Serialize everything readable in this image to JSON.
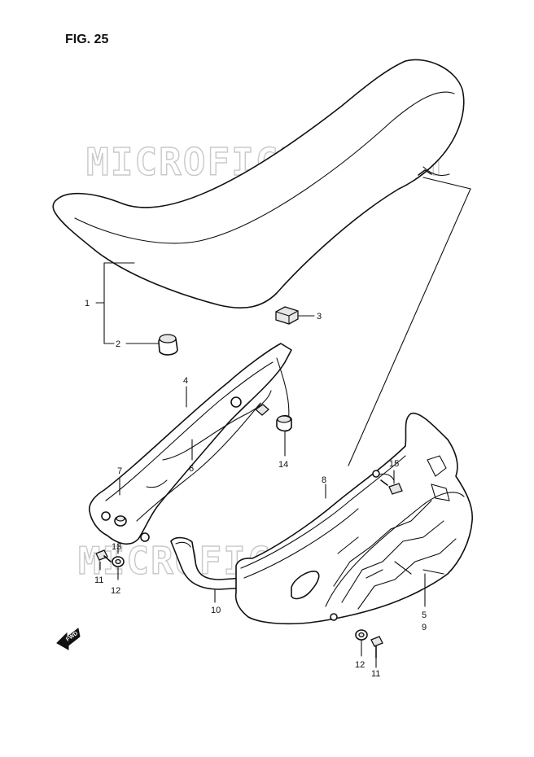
{
  "figure": {
    "title": "FIG. 25"
  },
  "watermark": {
    "text": "MICROFICHES.NET"
  },
  "fwd_marker": {
    "label": "FWD"
  },
  "callouts": [
    {
      "id": "c1",
      "label": "1"
    },
    {
      "id": "c2",
      "label": "2"
    },
    {
      "id": "c3",
      "label": "3"
    },
    {
      "id": "c4",
      "label": "4"
    },
    {
      "id": "c6",
      "label": "6"
    },
    {
      "id": "c7",
      "label": "7"
    },
    {
      "id": "c13",
      "label": "13"
    },
    {
      "id": "c11a",
      "label": "11"
    },
    {
      "id": "c12a",
      "label": "12"
    },
    {
      "id": "c14",
      "label": "14"
    },
    {
      "id": "c8",
      "label": "8"
    },
    {
      "id": "c15",
      "label": "15"
    },
    {
      "id": "c10",
      "label": "10"
    },
    {
      "id": "c5",
      "label": "5"
    },
    {
      "id": "c9",
      "label": "9"
    },
    {
      "id": "c12b",
      "label": "12"
    },
    {
      "id": "c11b",
      "label": "11"
    }
  ]
}
